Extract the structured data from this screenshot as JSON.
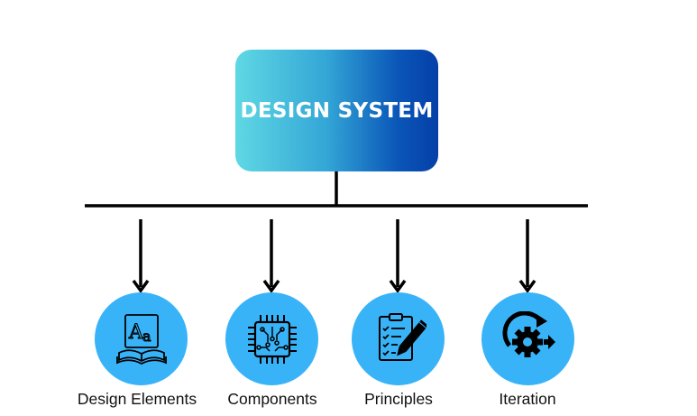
{
  "root": {
    "title": "DESIGN SYSTEM"
  },
  "children": [
    {
      "label": "Design Elements",
      "icon": "book-letters-icon"
    },
    {
      "label": "Components",
      "icon": "circuit-chip-icon"
    },
    {
      "label": "Principles",
      "icon": "checklist-pen-icon"
    },
    {
      "label": "Iteration",
      "icon": "gear-cycle-icon"
    }
  ],
  "colors": {
    "node_fill": "#39b3f8",
    "gradient_start": "#5fd8e4",
    "gradient_end": "#0540a8",
    "connector": "#000000"
  }
}
